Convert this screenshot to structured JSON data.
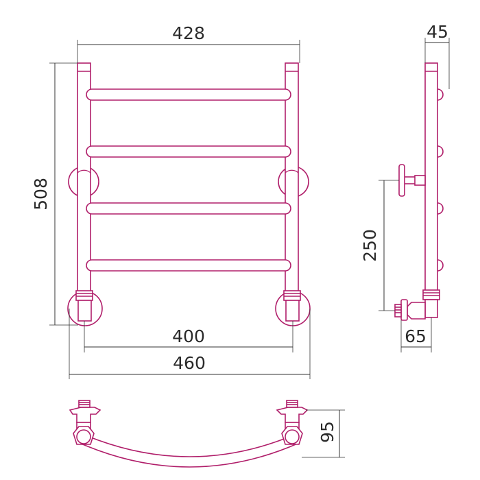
{
  "dimensions": {
    "top_width": "428",
    "height": "508",
    "inner_width": "400",
    "outer_width": "460",
    "side_depth": "45",
    "side_center": "250",
    "side_offset": "65",
    "bottom_depth": "95"
  },
  "colors": {
    "outline": "#b01e6a",
    "dimension": "#333333",
    "background": "#ffffff"
  }
}
